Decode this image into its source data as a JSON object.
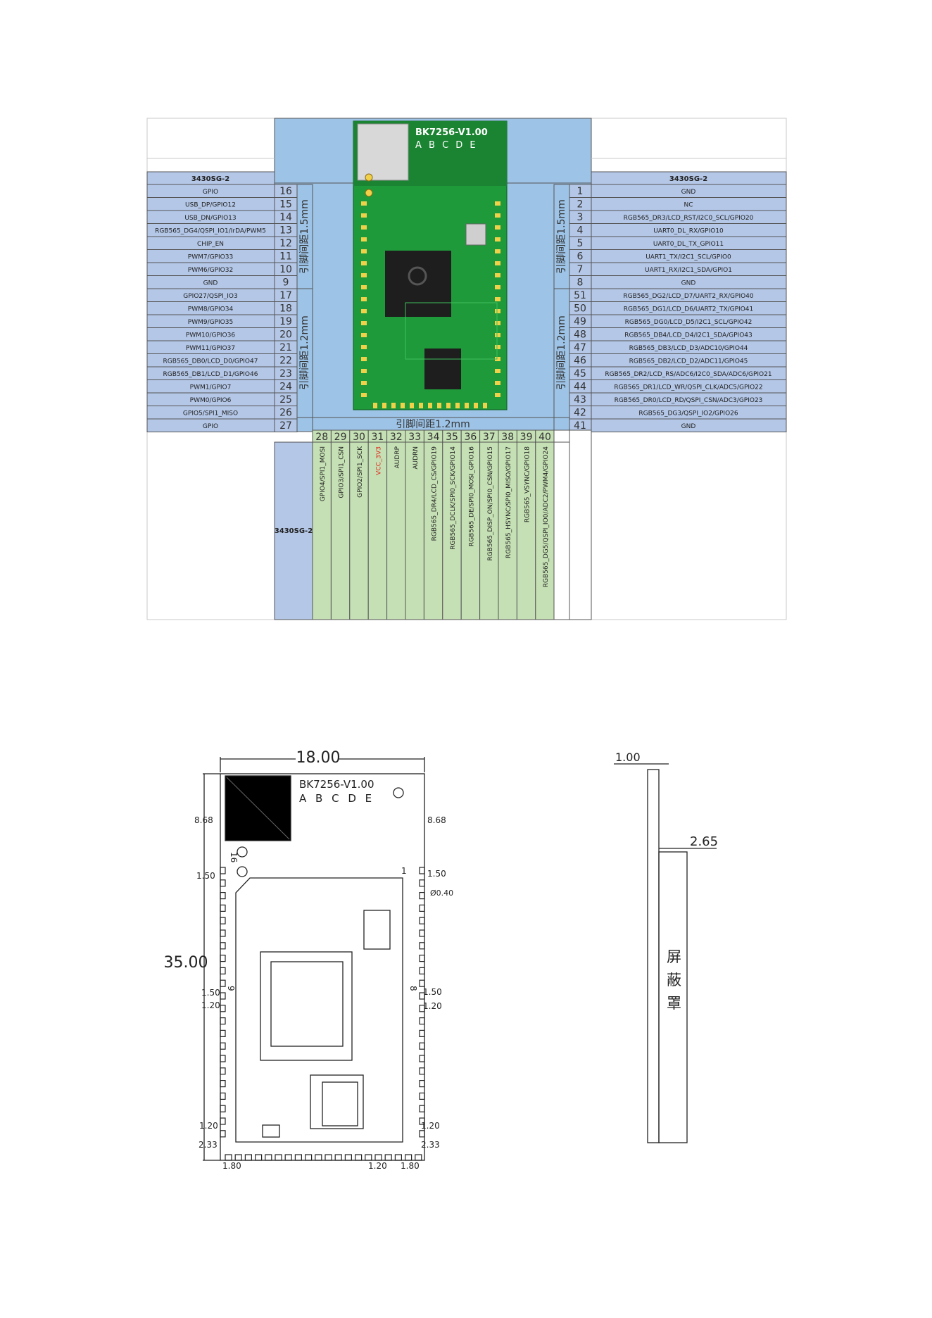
{
  "module_name": "BK7256-V1.00",
  "module_variants": "A B C D E",
  "header_left": "3430SG-2",
  "header_right": "3430SG-2",
  "header_bottom": "3430SG-2",
  "pitch_labels": {
    "left_upper": "引脚间距1.5mm",
    "left_lower": "引脚间距1.2mm",
    "right_upper": "引脚间距1.5mm",
    "right_lower": "引脚间距1.2mm",
    "bottom": "引脚间距1.2mm"
  },
  "left_pins": [
    {
      "num": "16",
      "name": "GPIO"
    },
    {
      "num": "15",
      "name": "USB_DP/GPIO12"
    },
    {
      "num": "14",
      "name": "USB_DN/GPIO13"
    },
    {
      "num": "13",
      "name": "RGB565_DG4/QSPI_IO1/IrDA/PWM5"
    },
    {
      "num": "12",
      "name": "CHIP_EN"
    },
    {
      "num": "11",
      "name": "PWM7/GPIO33"
    },
    {
      "num": "10",
      "name": "PWM6/GPIO32"
    },
    {
      "num": "9",
      "name": "GND"
    },
    {
      "num": "17",
      "name": "GPIO27/QSPI_IO3"
    },
    {
      "num": "18",
      "name": "PWM8/GPIO34"
    },
    {
      "num": "19",
      "name": "PWM9/GPIO35"
    },
    {
      "num": "20",
      "name": "PWM10/GPIO36"
    },
    {
      "num": "21",
      "name": "PWM11/GPIO37"
    },
    {
      "num": "22",
      "name": "RGB565_DB0/LCD_D0/GPIO47"
    },
    {
      "num": "23",
      "name": "RGB565_DB1/LCD_D1/GPIO46"
    },
    {
      "num": "24",
      "name": "PWM1/GPIO7"
    },
    {
      "num": "25",
      "name": "PWM0/GPIO6"
    },
    {
      "num": "26",
      "name": "GPIO5/SPI1_MISO"
    },
    {
      "num": "27",
      "name": "GPIO"
    }
  ],
  "right_pins": [
    {
      "num": "1",
      "name": "GND"
    },
    {
      "num": "2",
      "name": "NC"
    },
    {
      "num": "3",
      "name": "RGB565_DR3/LCD_RST/I2C0_SCL/GPIO20"
    },
    {
      "num": "4",
      "name": "UART0_DL_RX/GPIO10"
    },
    {
      "num": "5",
      "name": "UART0_DL_TX_GPIO11"
    },
    {
      "num": "6",
      "name": "UART1_TX/I2C1_SCL/GPIO0"
    },
    {
      "num": "7",
      "name": "UART1_RX/I2C1_SDA/GPIO1"
    },
    {
      "num": "8",
      "name": "GND"
    },
    {
      "num": "51",
      "name": "RGB565_DG2/LCD_D7/UART2_RX/GPIO40"
    },
    {
      "num": "50",
      "name": "RGB565_DG1/LCD_D6/UART2_TX/GPIO41"
    },
    {
      "num": "49",
      "name": "RGB565_DG0/LCD_D5/I2C1_SCL/GPIO42"
    },
    {
      "num": "48",
      "name": "RGB565_DB4/LCD_D4/I2C1_SDA/GPIO43"
    },
    {
      "num": "47",
      "name": "RGB565_DB3/LCD_D3/ADC10/GPIO44"
    },
    {
      "num": "46",
      "name": "RGB565_DB2/LCD_D2/ADC11/GPIO45"
    },
    {
      "num": "45",
      "name": "RGB565_DR2/LCD_RS/ADC6/I2C0_SDA/ADC6/GPIO21"
    },
    {
      "num": "44",
      "name": "RGB565_DR1/LCD_WR/QSPI_CLK/ADC5/GPIO22"
    },
    {
      "num": "43",
      "name": "RGB565_DR0/LCD_RD/QSPI_CSN/ADC3/GPIO23"
    },
    {
      "num": "42",
      "name": "RGB565_DG3/QSPI_IO2/GPIO26"
    },
    {
      "num": "41",
      "name": "GND"
    }
  ],
  "bottom_pins": [
    {
      "num": "28",
      "name": "GPIO4/SPI1_MOSI"
    },
    {
      "num": "29",
      "name": "GPIO3/SPI1_CSN"
    },
    {
      "num": "30",
      "name": "GPIO2/SPI1_SCK"
    },
    {
      "num": "31",
      "name": "VCC_3V3"
    },
    {
      "num": "32",
      "name": "AUDRP"
    },
    {
      "num": "33",
      "name": "AUDRN"
    },
    {
      "num": "34",
      "name": "RGB565_DR4/LCD_CS/GPIO19"
    },
    {
      "num": "35",
      "name": "RGB565_DCLK/SPI0_SCK/GPIO14"
    },
    {
      "num": "36",
      "name": "RGB565_DE/SPI0_MOSI_GPIO16"
    },
    {
      "num": "37",
      "name": "RGB565_DISP_ON/SPI0_CSN/GPIO15"
    },
    {
      "num": "38",
      "name": "RGB565_HSYNC/SPI0_MISO/GPIO17"
    },
    {
      "num": "39",
      "name": "RGB565_VSYNC/GPIO18"
    },
    {
      "num": "40",
      "name": "RGB565_DG5/QSPI_IO0/ADC2/PWM4/GPIO24"
    }
  ],
  "colors": {
    "blue_header": "#9dc3e6",
    "blue_cell": "#b4c7e7",
    "green_cell": "#c5e0b4",
    "pcb_green": "#1f9a3a",
    "vcc_red": "#e0261c"
  },
  "drawing": {
    "width_label": "18.00",
    "height_label": "35.00",
    "edge_top": "8.68",
    "edge_top_right": "8.68",
    "pitch_left_upper": "1.50",
    "pitch_right_upper": "1.50",
    "pad_diameter": "Ø0.40",
    "pitch_left_mid": "1.50",
    "pitch_left_mid2": "1.20",
    "pitch_right_mid": "1.50",
    "pitch_right_mid2": "1.20",
    "pitch_left_low": "1.20",
    "edge_left_low": "2.33",
    "pitch_right_low": "1.20",
    "edge_right_low": "2.33",
    "bottom_left_edge": "1.80",
    "bottom_pitch": "1.20",
    "bottom_right_edge": "1.80",
    "pin16_label": "16",
    "pin1_label": "1",
    "pin9_label": "9",
    "pin8_label": "8",
    "side_thickness": "1.00",
    "side_shield_height": "2.65",
    "shield_text": "屏蔽罩"
  }
}
